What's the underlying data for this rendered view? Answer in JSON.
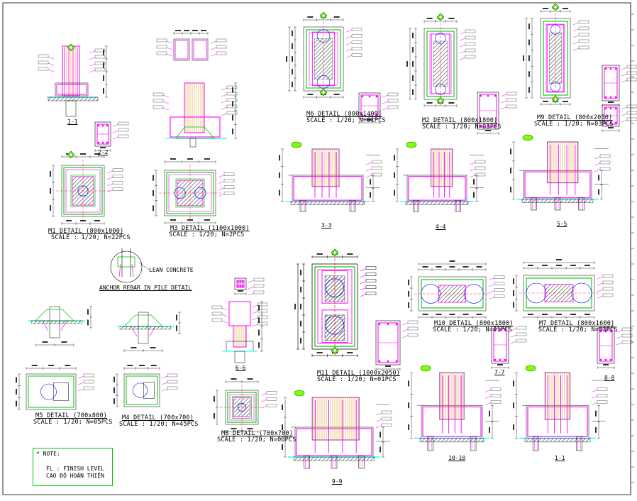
{
  "sheet": {
    "details": [
      {
        "id": "m1",
        "title": "M1 DETAIL (800x1000)",
        "scale": "SCALE : 1/20; N=22PCS"
      },
      {
        "id": "m3",
        "title": "M3 DETAIL (1100x1000)",
        "scale": "SCALE : 1/20; N=2PCS"
      },
      {
        "id": "m6",
        "title": "M6 DETAIL (800x1400)",
        "scale": "SCALE : 1/20; N=01PCS"
      },
      {
        "id": "m2",
        "title": "M2 DETAIL (800x1800)",
        "scale": "SCALE : 1/20; N=03PCS"
      },
      {
        "id": "m9",
        "title": "M9 DETAIL (800x2050)",
        "scale": "SCALE : 1/20; N=03PCS"
      },
      {
        "id": "m5",
        "title": "M5 DETAIL (700x800)",
        "scale": "SCALE : 1/20; N=05PCS"
      },
      {
        "id": "m4",
        "title": "M4 DETAIL (700x700)",
        "scale": "SCALE : 1/20; N=45PCS"
      },
      {
        "id": "m8",
        "title": "M8 DETAIL (700x700)",
        "scale": "SCALE : 1/20; N=06PCS"
      },
      {
        "id": "m11",
        "title": "M11 DETAIL (1000x2050)",
        "scale": "SCALE : 1/20; N=01PCS"
      },
      {
        "id": "m10",
        "title": "M10 DETAIL (800x1800)",
        "scale": "SCALE : 1/20; N=01PCS"
      },
      {
        "id": "m7",
        "title": "M7 DETAIL (800x1600)",
        "scale": "SCALE : 1/20; N=03PCS"
      }
    ],
    "sections": [
      "1-1",
      "2-2",
      "3-3",
      "4-4",
      "5-5",
      "6-6",
      "7-7",
      "8-8",
      "9-9",
      "10-10",
      "1-1"
    ],
    "anchor_title": "ANCHOR REBAR IN PILE DETAIL",
    "lean_label": "LEAN CONCRETE",
    "note": {
      "title": "* NOTE:",
      "line1": "FL : FINISH LEVEL",
      "line2": "CAO ĐỘ HOÀN THIỆN"
    },
    "colors": {
      "rebar": "#ff00ff",
      "outline": "#00c800",
      "concrete": "#ffd27f",
      "cap": "#00ffff",
      "hatch": "#606060",
      "dim": "#000000"
    }
  }
}
